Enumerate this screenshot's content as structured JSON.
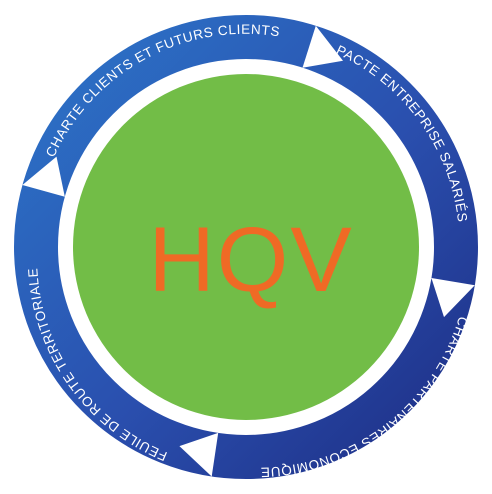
{
  "center": {
    "title": "HQV"
  },
  "ring": {
    "segments": [
      {
        "label": "CHARTE CLIENTS ET FUTURS CLIENTS"
      },
      {
        "label": "PACTE ENTREPRISE SALARIÉS"
      },
      {
        "label": "CHARTE PARTENAIRES ÉCONOMIQUE"
      },
      {
        "label": "FEUILE DE ROUTE TERRITORIALE"
      }
    ]
  },
  "colors": {
    "ring_dark": "#1e2f86",
    "ring_mid": "#2a4fae",
    "ring_light": "#2c74c8",
    "center_fill": "#72bd47",
    "center_text": "#ef6a25",
    "divider": "#ffffff",
    "label_text": "#ffffff"
  }
}
